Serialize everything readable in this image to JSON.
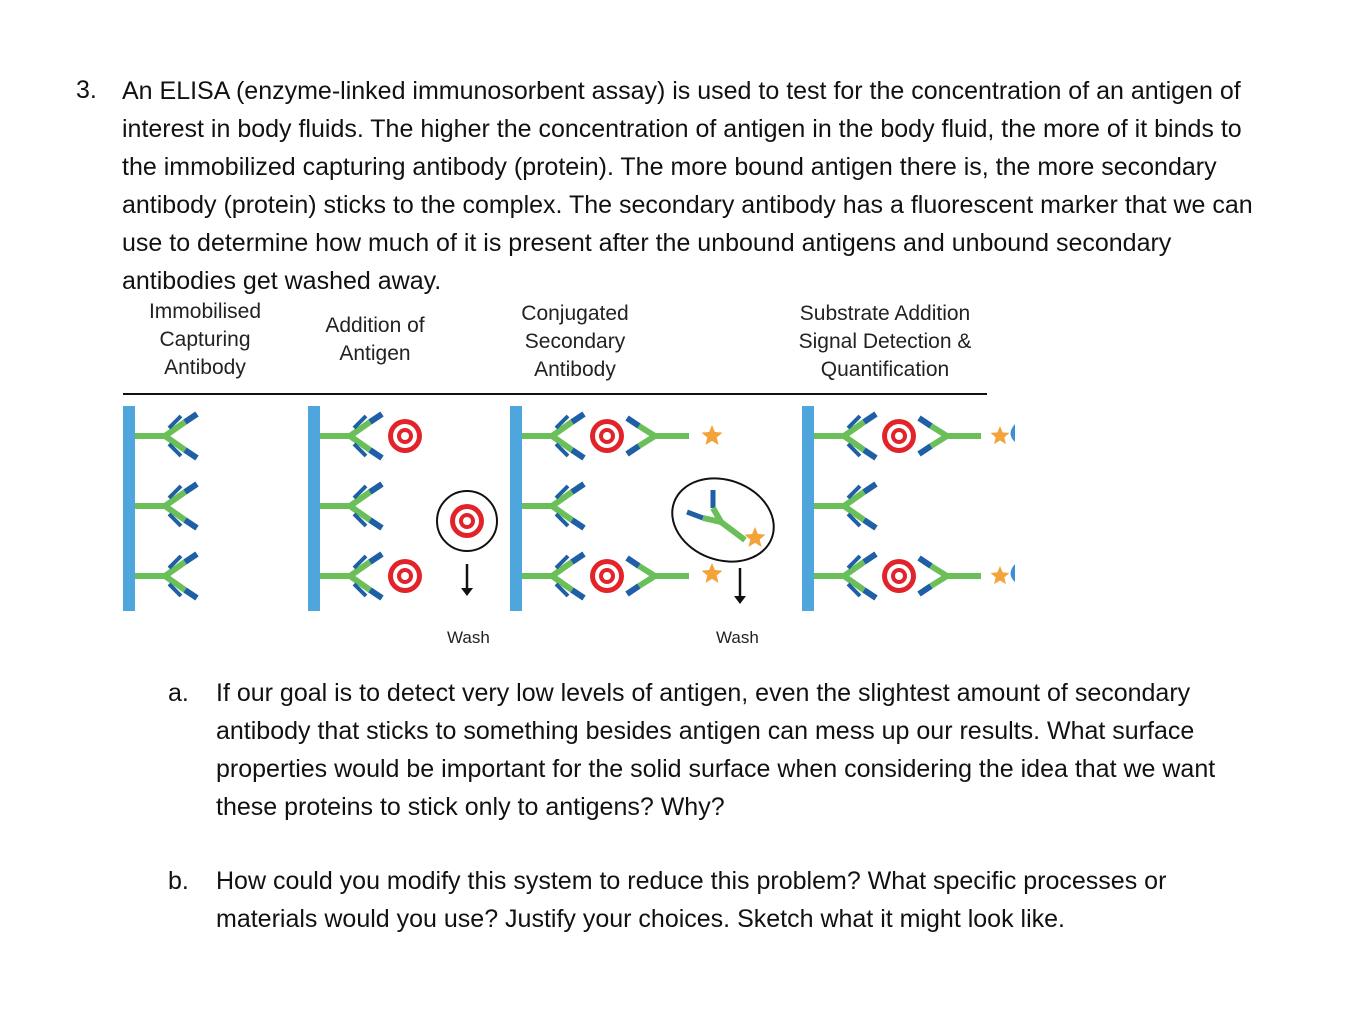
{
  "question": {
    "number": "3.",
    "text": "An ELISA (enzyme-linked immunosorbent assay) is used to test for the concentration of an antigen of interest in body fluids. The higher the concentration of antigen in the body fluid, the more of it binds to the immobilized capturing antibody (protein). The more bound antigen there is, the more secondary antibody (protein) sticks to the complex. The secondary antibody has a fluorescent marker that we can use to determine how much of it is present after the unbound antigens and unbound secondary antibodies get washed away."
  },
  "figure": {
    "step_labels": [
      "Immobilised\nCapturing\nAntibody",
      "Addition of\nAntigen",
      "Conjugated\nSecondary\nAntibody",
      "Substrate Addition\nSignal Detection &\nQuantification"
    ],
    "wash_labels": [
      "Wash",
      "Wash"
    ],
    "colors": {
      "surface": "#4ea6dc",
      "antibody_green": "#6bbf59",
      "antibody_blue": "#1f5fa6",
      "antigen_red": "#e2232a",
      "star": "#f2a33a",
      "drop": "#3a8fd8"
    }
  },
  "parts": [
    {
      "letter": "a.",
      "text": "If our goal is to detect very low levels of antigen, even the slightest amount of secondary antibody that sticks to something besides antigen can mess up our results. What surface properties would be important for the solid surface when considering the idea that we want these proteins to stick only to antigens? Why?"
    },
    {
      "letter": "b.",
      "text": "How could you modify this system to reduce this problem? What specific processes or materials would you use? Justify your choices. Sketch what it might look like."
    }
  ]
}
